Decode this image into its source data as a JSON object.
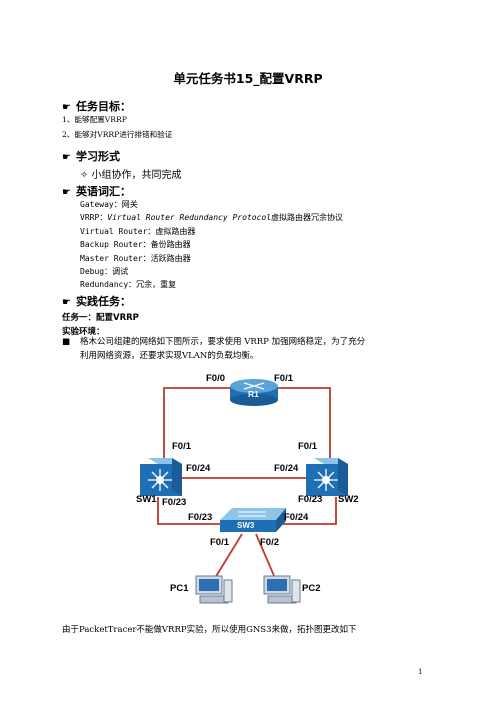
{
  "doc": {
    "title": "单元任务书15_配置VRRP",
    "sections": {
      "goal_heading": "任务目标：",
      "goal_items": [
        "1、能够配置VRRP",
        "2、能够对VRRP进行排错和验证"
      ],
      "form_heading": "学习形式",
      "form_item": "✧ 小组协作，共同完成",
      "vocab_heading": "英语词汇：",
      "vocab": [
        "Gateway：网关",
        "VRRP：Virtual Router Redundancy Protocol虚拟路由器冗余协议",
        "Virtual Router：虚拟路由器",
        "Backup Router：备份路由器",
        "Master Router：活跃路由器",
        "Debug：调试",
        "Redundancy：冗余，重复"
      ],
      "practice_heading": "实践任务：",
      "task_title": "任务一：配置VRRP",
      "env_title": "实验环境：",
      "bullet": "■",
      "env_para_1": "格木公司组建的网络如下图所示，要求使用 VRRP 加强网络稳定，为了充分",
      "env_para_2": "利用网络资源，还要求实现VLAN的负载均衡。",
      "footer_para": "由于PacketTracer不能做VRRP实验，所以使用GNS3来做，拓扑图更改如下",
      "page_number": "1"
    }
  },
  "diagram": {
    "labels": {
      "r1": "R1",
      "r1_f00": "F0/0",
      "r1_f01": "F0/1",
      "sw1": "SW1",
      "sw1_f01": "F0/1",
      "sw1_f024": "F0/24",
      "sw1_f023": "F0/23",
      "sw2": "SW2",
      "sw2_f01": "F0/1",
      "sw2_f024": "F0/24",
      "sw2_f023": "F0/23",
      "sw3": "SW3",
      "sw3_f023": "F0/23",
      "sw3_f024": "F0/24",
      "sw3_f01": "F0/1",
      "sw3_f02": "F0/2",
      "pc1": "PC1",
      "pc2": "PC2"
    },
    "colors": {
      "link": "#c0392b",
      "device": "#1f6fb5",
      "device_light": "#5aa3d8"
    }
  }
}
